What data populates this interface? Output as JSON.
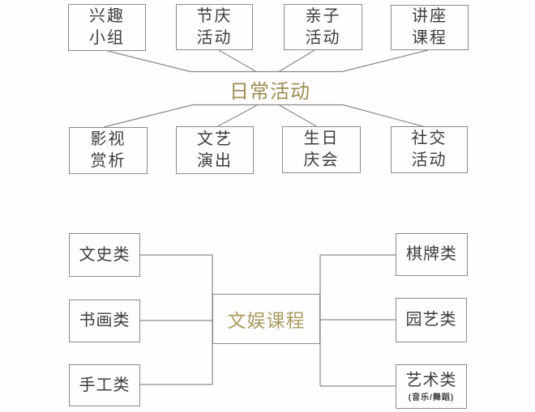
{
  "colors": {
    "background": "#fefefe",
    "box_border": "#8a8a8a",
    "connector_line": "#8a8a8a",
    "node_text": "#3c3c3c",
    "daily_center_text": "#9c8d52",
    "courses_center_text": "#ab9b60"
  },
  "diagram_daily": {
    "center_label": "日常活动",
    "top_nodes": [
      {
        "label": "兴趣\n小组"
      },
      {
        "label": "节庆\n活动"
      },
      {
        "label": "亲子\n活动"
      },
      {
        "label": "讲座\n课程"
      }
    ],
    "bottom_nodes": [
      {
        "label": "影视\n赏析"
      },
      {
        "label": "文艺\n演出"
      },
      {
        "label": "生日\n庆会"
      },
      {
        "label": "社交\n活动"
      }
    ]
  },
  "diagram_courses": {
    "center_label": "文娱课程",
    "left_nodes": [
      {
        "label": "文史类"
      },
      {
        "label": "书画类"
      },
      {
        "label": "手工类"
      }
    ],
    "right_nodes": [
      {
        "label": "棋牌类"
      },
      {
        "label": "园艺类"
      },
      {
        "label": "艺术类",
        "sublabel": "(音乐/舞蹈)"
      }
    ]
  }
}
